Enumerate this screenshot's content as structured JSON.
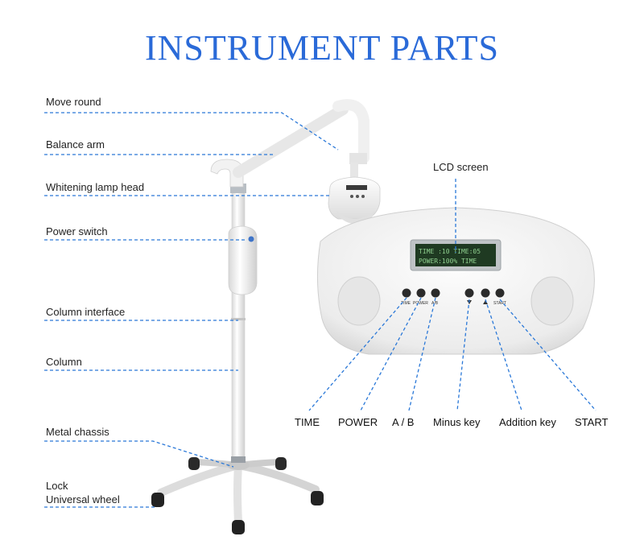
{
  "title": "INSTRUMENT PARTS",
  "left_labels": {
    "move_round": "Move round",
    "balance_arm": "Balance arm",
    "lamp_head": "Whitening lamp head",
    "power_switch": "Power switch",
    "column_interface": "Column interface",
    "column": "Column",
    "metal_chassis": "Metal chassis",
    "lock": "Lock",
    "universal_wheel": "Universal wheel"
  },
  "lcd_label": "LCD screen",
  "lcd_display": {
    "line1": "TIME :10 TIME:05",
    "line2": "POWER:100%  TIME"
  },
  "panel_key_labels": {
    "time": "TIME",
    "power": "POWER",
    "ab": "A/B",
    "start": "START"
  },
  "key_labels": {
    "time": "TIME",
    "power": "POWER",
    "ab": "A / B",
    "minus": "Minus key",
    "addition": "Addition key",
    "start": "START"
  },
  "colors": {
    "title": "#2a6ad8",
    "leader": "#2a78d8",
    "lcd_bg": "#1f3a22",
    "lcd_text": "#8fd08f"
  }
}
